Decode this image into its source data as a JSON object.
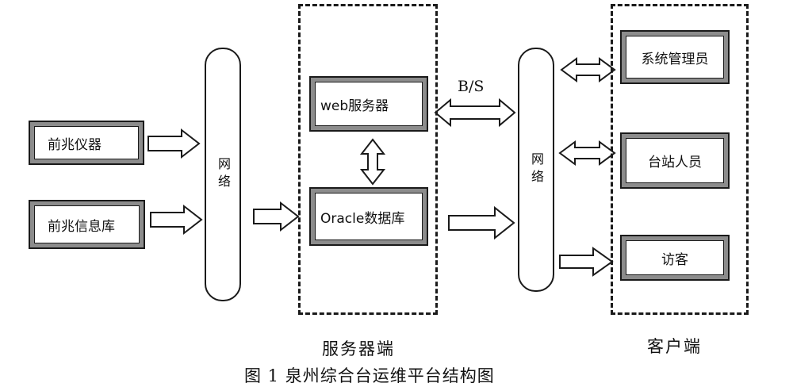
{
  "sources": {
    "instrument": "前兆仪器",
    "database": "前兆信息库"
  },
  "network_left": {
    "label": "网络"
  },
  "server": {
    "title": "服务器端",
    "web": "web服务器",
    "db": "Oracle数据库"
  },
  "protocol": "B/S",
  "network_right": {
    "label": "网络"
  },
  "client": {
    "title": "客户端",
    "admin": "系统管理员",
    "staff": "台站人员",
    "visitor": "访客"
  },
  "caption": "图 1 泉州综合台运维平台结构图"
}
